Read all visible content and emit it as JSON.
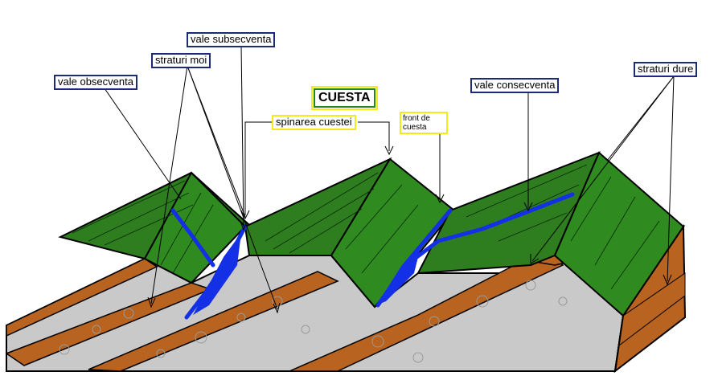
{
  "title": "CUESTA",
  "labels": {
    "vale_subsecventa": "vale subsecventa",
    "straturi_moi": "straturi moi",
    "vale_obsecventa": "vale obsecventa",
    "spinarea_cuestei": "spinarea cuestei",
    "front_de_cuesta": "front de cuesta",
    "vale_consecventa": "vale consecventa",
    "straturi_dure": "straturi dure"
  },
  "colors": {
    "green": "#2e7d1f",
    "brown": "#b8631f",
    "gray": "#cccccc",
    "river": "#1430e6",
    "navy_border": "#1c2a78",
    "yellow_border": "#f2ea1a"
  }
}
